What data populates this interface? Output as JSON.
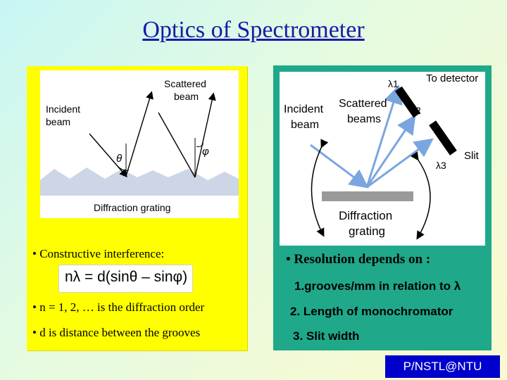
{
  "title": "Optics of Spectrometer",
  "left_panel": {
    "figure": {
      "scattered_beam": "Scattered",
      "scattered_beam_2": "beam",
      "incident_beam": "Incident",
      "incident_beam_2": "beam",
      "theta": "θ",
      "phi": "φ",
      "caption": "Diffraction grating"
    },
    "bullet_constructive": "• Constructive interference:",
    "formula": "nλ = d(sinθ – sinφ)",
    "bullet_n": "• n = 1, 2, … is the diffraction order",
    "bullet_d": "• d is distance between the grooves"
  },
  "right_panel": {
    "figure": {
      "to_detector": "To detector",
      "incident": "Incident",
      "beam": "beam",
      "scattered": "Scattered",
      "beams": "beams",
      "lambda1": "λ1",
      "lambda2": "λ2",
      "lambda3": "λ3",
      "slit": "Slit",
      "diffraction": "Diffraction",
      "grating": "grating"
    },
    "resolution_heading": "• Resolution depends on :",
    "items": [
      "1.grooves/mm in relation to λ",
      "2. Length of monochromator",
      "3. Slit width"
    ]
  },
  "footer": "P/NSTL@NTU",
  "colors": {
    "title": "#1a1aa8",
    "left_panel": "#ffff00",
    "right_panel": "#1fa98a",
    "footer_bg": "#0000cc",
    "arrow_blue": "#7aa6e0"
  }
}
